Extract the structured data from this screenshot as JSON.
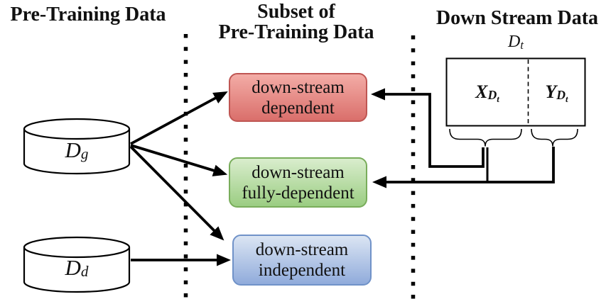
{
  "figure": {
    "columns": {
      "left_header": "Pre-Training Data",
      "middle_header_line1": "Subset of",
      "middle_header_line2": "Pre-Training Data",
      "right_header": "Down Stream Data"
    },
    "cylinders": {
      "general": {
        "main": "D",
        "sub": "g"
      },
      "domain": {
        "main": "D",
        "sub": "d"
      }
    },
    "subset_boxes": {
      "dependent": {
        "line1": "down-stream",
        "line2": "dependent",
        "fill_top": "#f3aca6",
        "fill_bottom": "#da6f6b",
        "border": "#bf5653"
      },
      "fully_dependent": {
        "line1": "down-stream",
        "line2": "fully-dependent",
        "fill_top": "#d9edcd",
        "fill_bottom": "#9bcd82",
        "border": "#79ad5b"
      },
      "independent": {
        "line1": "down-stream",
        "line2": "independent",
        "fill_top": "#dbe5f3",
        "fill_bottom": "#90abdb",
        "border": "#7092c8"
      }
    },
    "downstream_table": {
      "label": {
        "main": "D",
        "sub": "t"
      },
      "x_cell": {
        "main": "X",
        "sub_main": "D",
        "sub_sub": "t"
      },
      "y_cell": {
        "main": "Y",
        "sub_main": "D",
        "sub_sub": "t"
      }
    },
    "line_color": "#000000",
    "background": "#ffffff"
  }
}
